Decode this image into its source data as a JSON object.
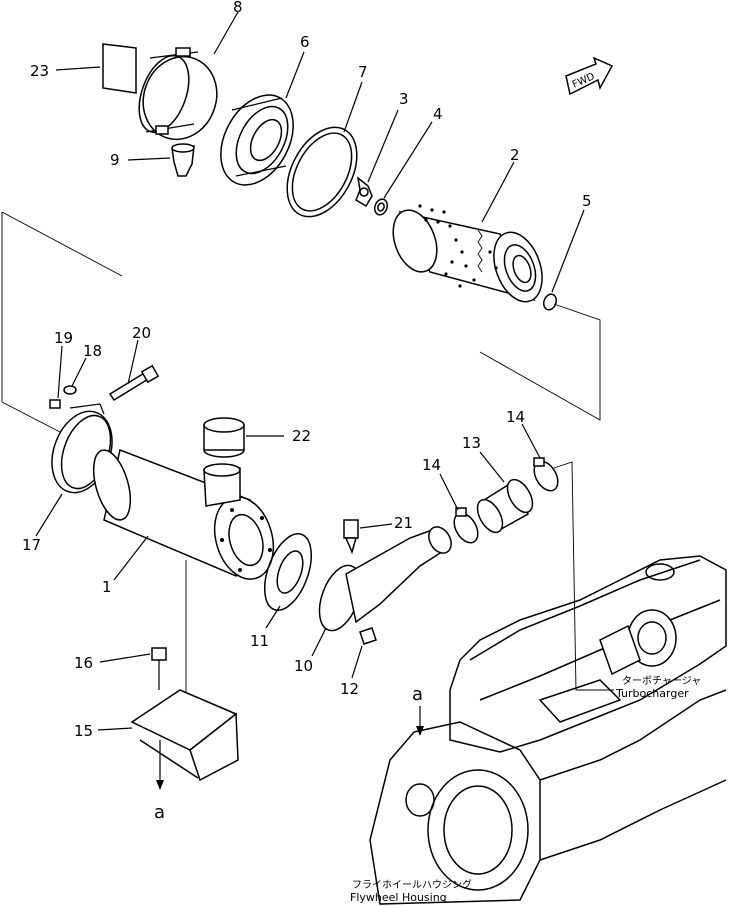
{
  "callouts": [
    "1",
    "2",
    "3",
    "4",
    "5",
    "6",
    "7",
    "8",
    "9",
    "10",
    "11",
    "12",
    "13",
    "14",
    "14",
    "15",
    "16",
    "17",
    "18",
    "19",
    "20",
    "21",
    "22",
    "23"
  ],
  "labels": {
    "fwd": "FWD",
    "turbo_jp": "ターボチャージャ",
    "turbo_en": "Turbocharger",
    "flywheel_jp": "フライホイールハウジング",
    "flywheel_en": "Flywheel  Housing",
    "ref_a_top": "a",
    "ref_a_bottom": "a"
  }
}
